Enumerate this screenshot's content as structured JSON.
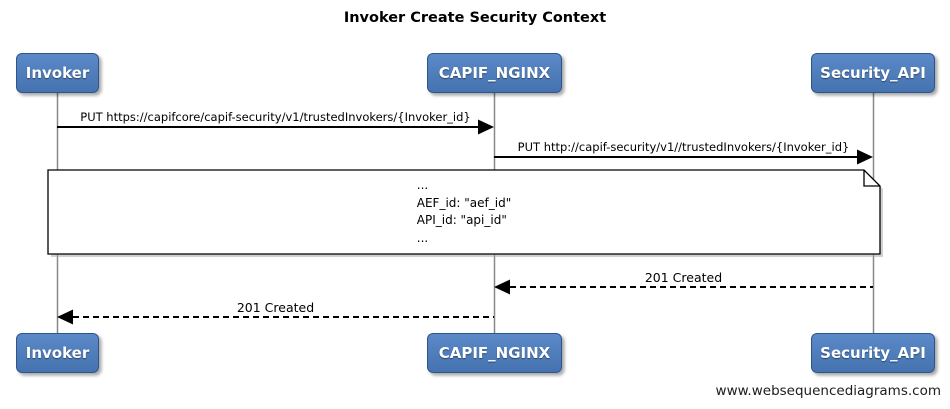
{
  "title": "Invoker Create Security Context",
  "actors": [
    {
      "label": "Invoker"
    },
    {
      "label": "CAPIF_NGINX"
    },
    {
      "label": "Security_API"
    }
  ],
  "messages": [
    {
      "label": "PUT https://capifcore/capif-security/v1/trustedInvokers/{Invoker_id}",
      "from": "Invoker",
      "to": "CAPIF_NGINX",
      "line": "solid"
    },
    {
      "label": "PUT http://capif-security/v1//trustedInvokers/{Invoker_id}",
      "from": "CAPIF_NGINX",
      "to": "Security_API",
      "line": "solid"
    },
    {
      "label": "201 Created",
      "from": "Security_API",
      "to": "CAPIF_NGINX",
      "line": "dashed"
    },
    {
      "label": "201 Created",
      "from": "CAPIF_NGINX",
      "to": "Invoker",
      "line": "dashed"
    }
  ],
  "note": {
    "lines": [
      "...",
      "AEF_id: \"aef_id\"",
      "API_id: \"api_id\"",
      "..."
    ]
  },
  "footer": "www.websequencediagrams.com",
  "colors": {
    "actor_fill": "#4a79b8",
    "actor_border": "#2f548c",
    "lifeline": "#888888",
    "arrow": "#000000",
    "note_fill": "#ffffff"
  }
}
